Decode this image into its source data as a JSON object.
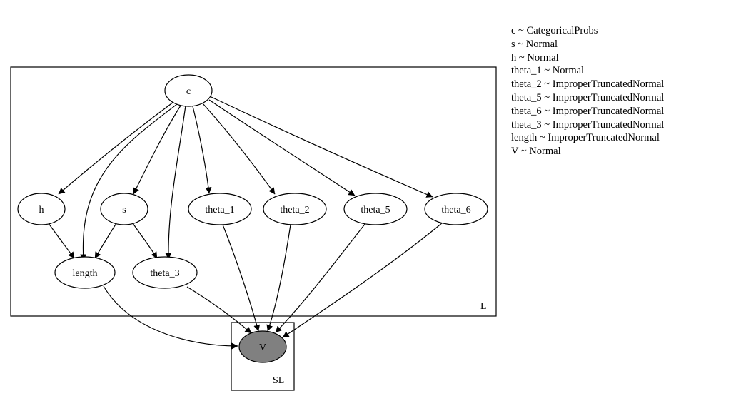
{
  "plates": {
    "outer_label": "L",
    "inner_label": "SL"
  },
  "nodes": {
    "c": "c",
    "h": "h",
    "s": "s",
    "theta_1": "theta_1",
    "theta_2": "theta_2",
    "theta_5": "theta_5",
    "theta_6": "theta_6",
    "length": "length",
    "theta_3": "theta_3",
    "V": "V"
  },
  "legend": [
    "c ~ CategoricalProbs",
    "s ~ Normal",
    "h ~ Normal",
    "theta_1 ~ Normal",
    "theta_2 ~ ImproperTruncatedNormal",
    "theta_5 ~ ImproperTruncatedNormal",
    "theta_6 ~ ImproperTruncatedNormal",
    "theta_3 ~ ImproperTruncatedNormal",
    "length ~ ImproperTruncatedNormal",
    "V ~ Normal"
  ],
  "colors": {
    "observed_fill": "#808080",
    "latent_fill": "#ffffff",
    "stroke": "#000000"
  }
}
